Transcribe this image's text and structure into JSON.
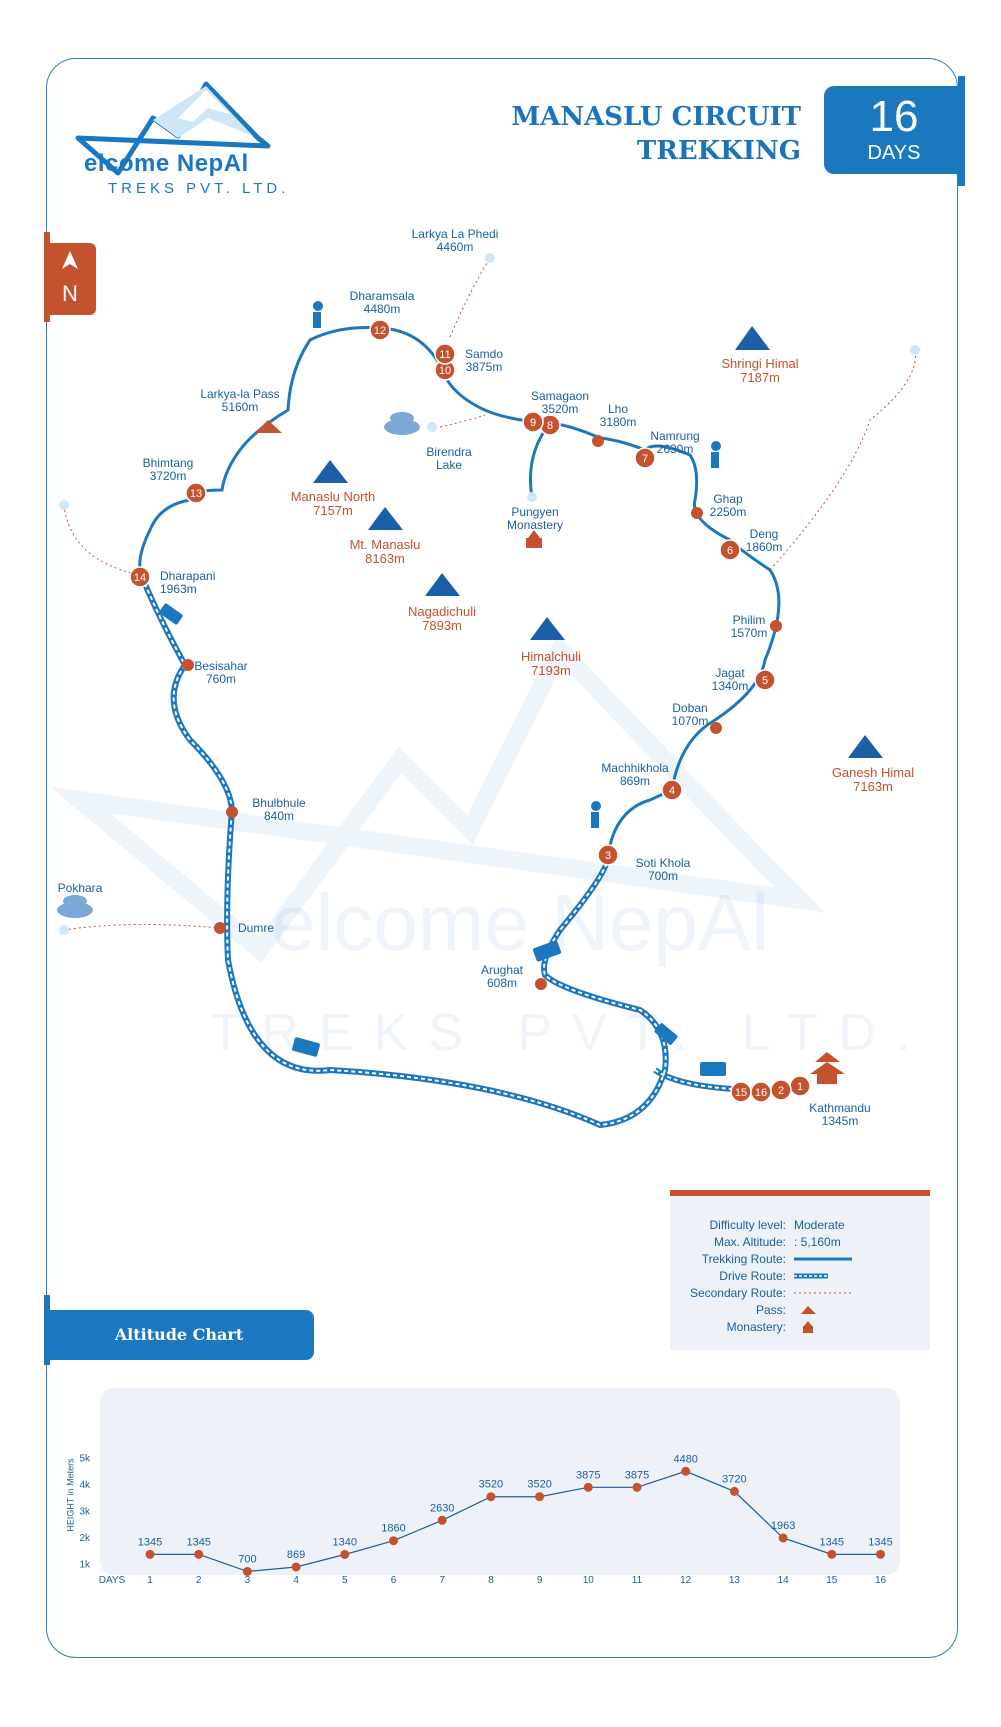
{
  "title": {
    "line1": "MANASLU CIRCUIT",
    "line2": "TREKKING"
  },
  "days_badge": {
    "number": "16",
    "label": "DAYS"
  },
  "brand": {
    "name": "elcome NepAl",
    "sub": "TREKS PVT. LTD."
  },
  "north": "N",
  "colors": {
    "route": "#1b78be",
    "accent": "#c4522e",
    "text": "#1b5f9c",
    "panel": "#eef1f8"
  },
  "places": [
    {
      "key": "larkya_phedi",
      "name": "Larkya La Phedi",
      "alt": "4460m"
    },
    {
      "key": "dharamsala",
      "name": "Dharamsala",
      "alt": "4480m"
    },
    {
      "key": "samdo",
      "name": "Samdo",
      "alt": "3875m"
    },
    {
      "key": "larkya_pass",
      "name": "Larkya-la Pass",
      "alt": "5160m"
    },
    {
      "key": "samagaon",
      "name": "Samagaon",
      "alt": "3520m"
    },
    {
      "key": "lho",
      "name": "Lho",
      "alt": "3180m"
    },
    {
      "key": "namrung",
      "name": "Namrung",
      "alt": "2630m"
    },
    {
      "key": "birendra",
      "name": "Birendra",
      "alt": "Lake"
    },
    {
      "key": "bhimtang",
      "name": "Bhimtang",
      "alt": "3720m"
    },
    {
      "key": "pungyen",
      "name": "Pungyen",
      "alt": "Monastery"
    },
    {
      "key": "ghap",
      "name": "Ghap",
      "alt": "2250m"
    },
    {
      "key": "deng",
      "name": "Deng",
      "alt": "1860m"
    },
    {
      "key": "dharapani",
      "name": "Dharapani",
      "alt": "1963m"
    },
    {
      "key": "philim",
      "name": "Philim",
      "alt": "1570m"
    },
    {
      "key": "besisahar",
      "name": "Besisahar",
      "alt": "760m"
    },
    {
      "key": "jagat",
      "name": "Jagat",
      "alt": "1340m"
    },
    {
      "key": "doban",
      "name": "Doban",
      "alt": "1070m"
    },
    {
      "key": "machhikhola",
      "name": "Machhikhola",
      "alt": "869m"
    },
    {
      "key": "bhulbhule",
      "name": "Bhulbhule",
      "alt": "840m"
    },
    {
      "key": "soti",
      "name": "Soti Khola",
      "alt": "700m"
    },
    {
      "key": "pokhara",
      "name": "Pokhara",
      "alt": ""
    },
    {
      "key": "dumre",
      "name": "Dumre",
      "alt": ""
    },
    {
      "key": "arughat",
      "name": "Arughat",
      "alt": "608m"
    },
    {
      "key": "kathmandu",
      "name": "Kathmandu",
      "alt": "1345m"
    }
  ],
  "peaks": [
    {
      "name": "Shringi Himal",
      "alt": "7187m"
    },
    {
      "name": "Manaslu North",
      "alt": "7157m"
    },
    {
      "name": "Mt. Manaslu",
      "alt": "8163m"
    },
    {
      "name": "Nagadichuli",
      "alt": "7893m"
    },
    {
      "name": "Himalchuli",
      "alt": "7193m"
    },
    {
      "name": "Ganesh Himal",
      "alt": "7163m"
    }
  ],
  "stops": [
    "1",
    "2",
    "3",
    "4",
    "5",
    "6",
    "7",
    "8",
    "9",
    "10",
    "11",
    "12",
    "13",
    "14",
    "15",
    "16"
  ],
  "legend": {
    "difficulty_label": "Difficulty level:",
    "difficulty_value": "Moderate",
    "altitude_label": "Max. Altitude:",
    "altitude_value": ": 5,160m",
    "trek_label": "Trekking Route:",
    "drive_label": "Drive Route:",
    "secondary_label": "Secondary Route:",
    "pass_label": "Pass:",
    "monastery_label": "Monastery:"
  },
  "altitude_chart_title": "Altitude Chart",
  "chart_data": {
    "type": "line",
    "x": [
      1,
      2,
      3,
      4,
      5,
      6,
      7,
      8,
      9,
      10,
      11,
      12,
      13,
      14,
      15,
      16
    ],
    "values": [
      1345,
      1345,
      700,
      869,
      1340,
      1860,
      2630,
      3520,
      3520,
      3875,
      3875,
      4480,
      3720,
      1963,
      1345,
      1345
    ],
    "xlabel": "DAYS",
    "ylabel": "HEIGHT in Meters",
    "yticks": [
      "1k",
      "2k",
      "3k",
      "4k",
      "5k"
    ],
    "ylim": [
      0,
      5600
    ],
    "grid": false
  }
}
